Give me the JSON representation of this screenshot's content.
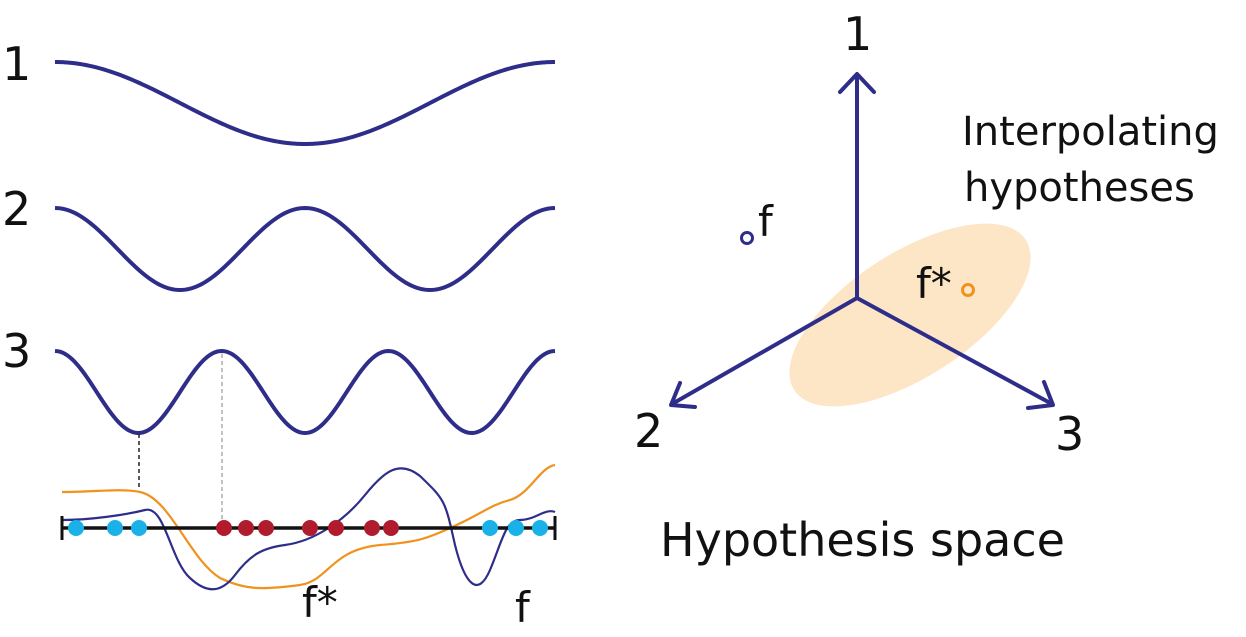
{
  "colors": {
    "basis": "#2e2e8a",
    "f_curve": "#2e2e8a",
    "fstar_curve": "#f0921e",
    "blue_points": "#1ab0e8",
    "red_points": "#b01c2e",
    "ellipse_fill": "#fde6c6",
    "axis": "#2e2e8a",
    "text": "#111111"
  },
  "left_panel": {
    "basis_labels": [
      "1",
      "2",
      "3"
    ],
    "fstar_label": "f*",
    "f_label": "f"
  },
  "right_panel": {
    "axis_labels": {
      "up": "1",
      "left": "2",
      "right": "3"
    },
    "f_point_label": "f",
    "fstar_point_label": "f*",
    "ellipse_label_line1": "Interpolating",
    "ellipse_label_line2": "hypotheses",
    "title": "Hypothesis space"
  },
  "icons": {
    "f_marker": "hollow-circle-icon",
    "fstar_marker": "hollow-circle-icon",
    "axis_heads": "arrowhead-icon"
  }
}
